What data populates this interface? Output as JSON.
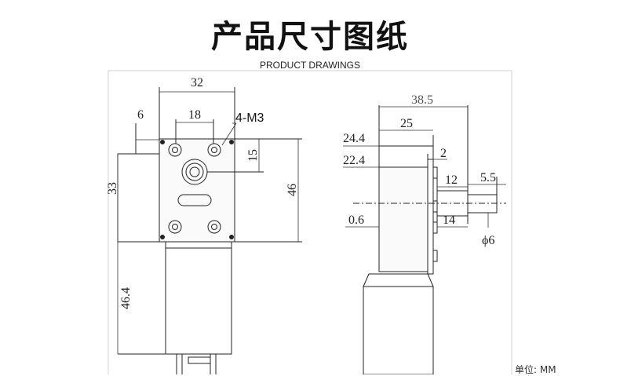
{
  "header": {
    "title": "产品尺寸图纸",
    "subtitle": "PRODUCT DRAWINGS"
  },
  "front_view": {
    "width_dim": "32",
    "inner_dim": "18",
    "left_dim": "6",
    "thread_callout": "4-M3",
    "offset_dim": "15",
    "left_height_dim": "33",
    "right_height_dim": "46",
    "motor_length_dim": "46.4"
  },
  "side_view": {
    "total_length_dim": "38.5",
    "dim_25": "25",
    "dim_24_4": "24.4",
    "dim_22_4": "22.4",
    "dim_2": "2",
    "dim_12": "12",
    "dim_5_5": "5.5",
    "dim_0_6": "0.6",
    "dim_14": "14",
    "shaft_diameter": "ϕ6"
  },
  "unit_label": "单位: MM"
}
